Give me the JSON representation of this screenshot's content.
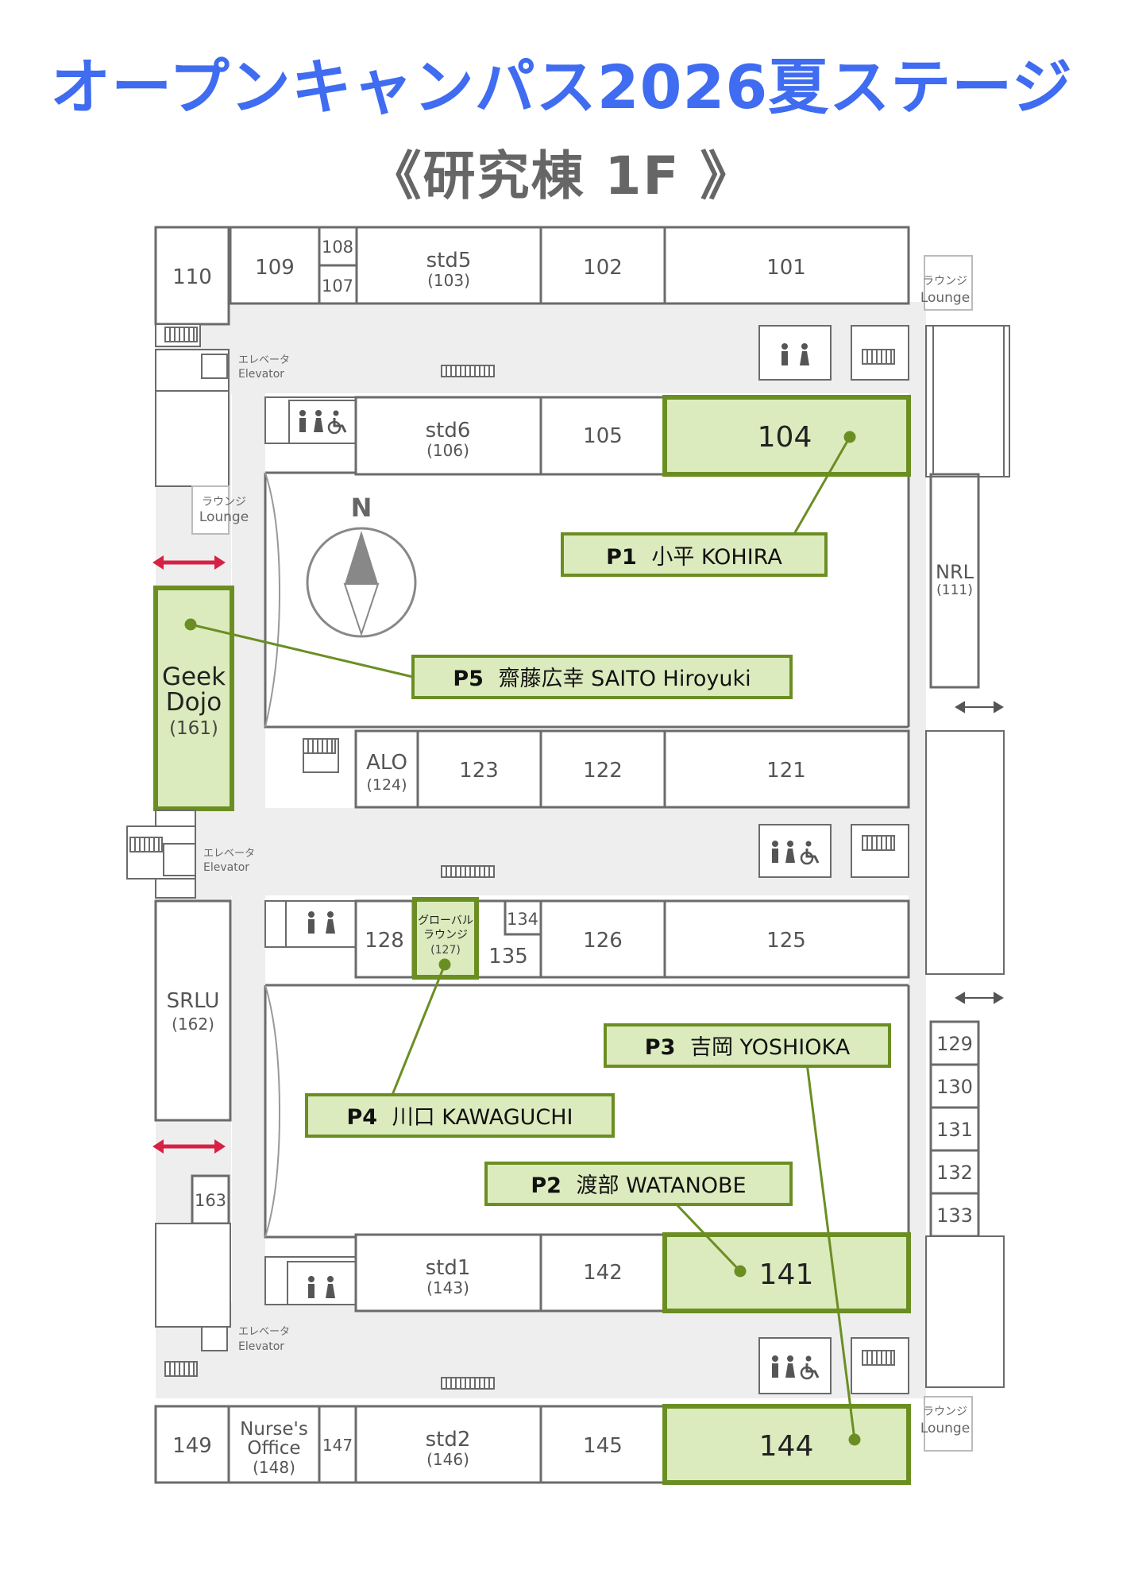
{
  "header": {
    "title": "オープンキャンパス2026夏ステージ",
    "subtitle": "《研究棟 1F 》"
  },
  "colors": {
    "title": "#3f6cf0",
    "subtitle": "#666666",
    "wall": "#6b6b6b",
    "corridor": "#eeeeee",
    "highlight_fill": "#dcebbd",
    "highlight_stroke": "#6b8e23",
    "arrow": "#d62145"
  },
  "map": {
    "rooms": {
      "r110": "110",
      "r109": "109",
      "r108": "108",
      "r107": "107",
      "std5": "std5",
      "std5_sub": "(103)",
      "r102": "102",
      "r101": "101",
      "std6": "std6",
      "std6_sub": "(106)",
      "r105": "105",
      "r104": "104",
      "nrl": "NRL",
      "nrl_sub": "(111)",
      "geek1": "Geek",
      "geek2": "Dojo",
      "geek_sub": "(161)",
      "alo": "ALO",
      "alo_sub": "(124)",
      "r123": "123",
      "r122": "122",
      "r121": "121",
      "r128": "128",
      "global1": "グローバル",
      "global2": "ラウンジ",
      "global_sub": "(127)",
      "r134": "134",
      "r135": "135",
      "r126": "126",
      "r125": "125",
      "srlu": "SRLU",
      "srlu_sub": "(162)",
      "r129": "129",
      "r130": "130",
      "r131": "131",
      "r132": "132",
      "r133": "133",
      "r163": "163",
      "std1": "std1",
      "std1_sub": "(143)",
      "r142": "142",
      "r141": "141",
      "r149": "149",
      "nurse1": "Nurse's",
      "nurse2": "Office",
      "nurse_sub": "(148)",
      "r147": "147",
      "std2": "std2",
      "std2_sub": "(146)",
      "r145": "145",
      "r144": "144"
    },
    "lounge_ja": "ラウンジ",
    "lounge_en": "Lounge",
    "elevator_ja": "エレベータ",
    "elevator_en": "Elevator",
    "compass": "N",
    "points": [
      {
        "no": "P1",
        "name": "小平 KOHIRA",
        "room": "104"
      },
      {
        "no": "P2",
        "name": "渡部 WATANOBE",
        "room": "141"
      },
      {
        "no": "P3",
        "name": "吉岡 YOSHIOKA",
        "room": "144"
      },
      {
        "no": "P4",
        "name": "川口 KAWAGUCHI",
        "room": "127"
      },
      {
        "no": "P5",
        "name": "齋藤広幸 SAITO Hiroyuki",
        "room": "161"
      }
    ]
  }
}
